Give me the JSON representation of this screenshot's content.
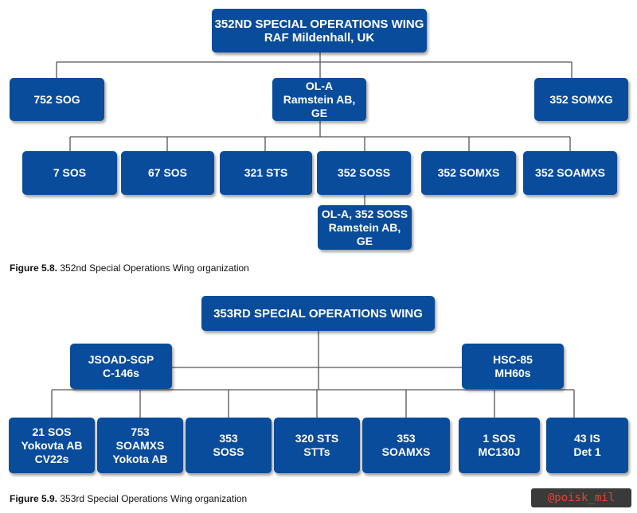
{
  "figure1": {
    "top": {
      "line1": "352ND SPECIAL OPERATIONS WING",
      "line2": "RAF Mildenhall, UK"
    },
    "mid": {
      "sog": "752 SOG",
      "ola": {
        "line1": "OL-A",
        "line2": "Ramstein AB, GE"
      },
      "somxg": "352 SOMXG"
    },
    "bottom": [
      "7 SOS",
      "67 SOS",
      "321 STS",
      "352 SOSS",
      "352 SOMXS",
      "352 SOAMXS"
    ],
    "sub": {
      "line1": "OL-A, 352 SOSS",
      "line2": "Ramstein AB, GE"
    },
    "caption": {
      "label": "Figure 5.8.",
      "text": " 352nd Special Operations Wing organization"
    }
  },
  "figure2": {
    "top": "353RD SPECIAL OPERATIONS WING",
    "mid": {
      "jsoad": {
        "line1": "JSOAD-SGP",
        "line2": "C-146s"
      },
      "hsc": {
        "line1": "HSC-85",
        "line2": "MH60s"
      }
    },
    "bottom": [
      [
        "21 SOS",
        "Yokovta AB",
        "CV22s"
      ],
      [
        "753",
        "SOAMXS",
        "Yokota AB"
      ],
      [
        "353",
        "SOSS"
      ],
      [
        "320 STS",
        "STTs"
      ],
      [
        "353",
        "SOAMXS"
      ],
      [
        "1 SOS",
        "MC130J"
      ],
      [
        "43 IS",
        "Det 1"
      ]
    ],
    "caption": {
      "label": "Figure 5.9.",
      "text": " 353rd Special Operations Wing organization"
    }
  },
  "watermark": "@poisk_mil",
  "colors": {
    "box": "#0a4c9c",
    "line": "#555555",
    "watermark_text": "#e8432e"
  }
}
